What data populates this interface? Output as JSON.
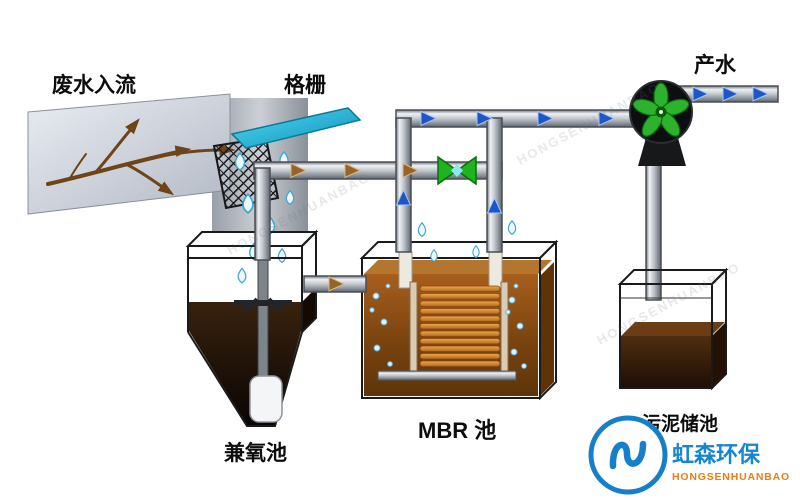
{
  "labels": {
    "wastewater_inflow": "废水入流",
    "screen": "格栅",
    "product_water": "产水",
    "facultative_tank": "兼氧池",
    "mbr_tank": "MBR 池",
    "sludge_tank": "污泥储池"
  },
  "logo": {
    "cn": "虹森环保",
    "en": "HONGSENHUANBAO"
  },
  "watermark": "HONGSENHUANBAO",
  "colors": {
    "background": "#ffffff",
    "label_text": "#0d0d0d",
    "pipe_gray": "#c3c8cf",
    "flow_arrow_blue": "#1e56c8",
    "flow_arrow_brown": "#976428",
    "valve_green": "#1db41d",
    "pump_blade_green": "#2cb22c",
    "screen_cyan": "#18b4dc",
    "mbr_liquid_brown": "#7a4410",
    "membrane_orange": "#d88a34",
    "tank_sludge_dark": "#241206",
    "logo_blue": "#1580c8",
    "logo_orange": "#f07c14"
  }
}
